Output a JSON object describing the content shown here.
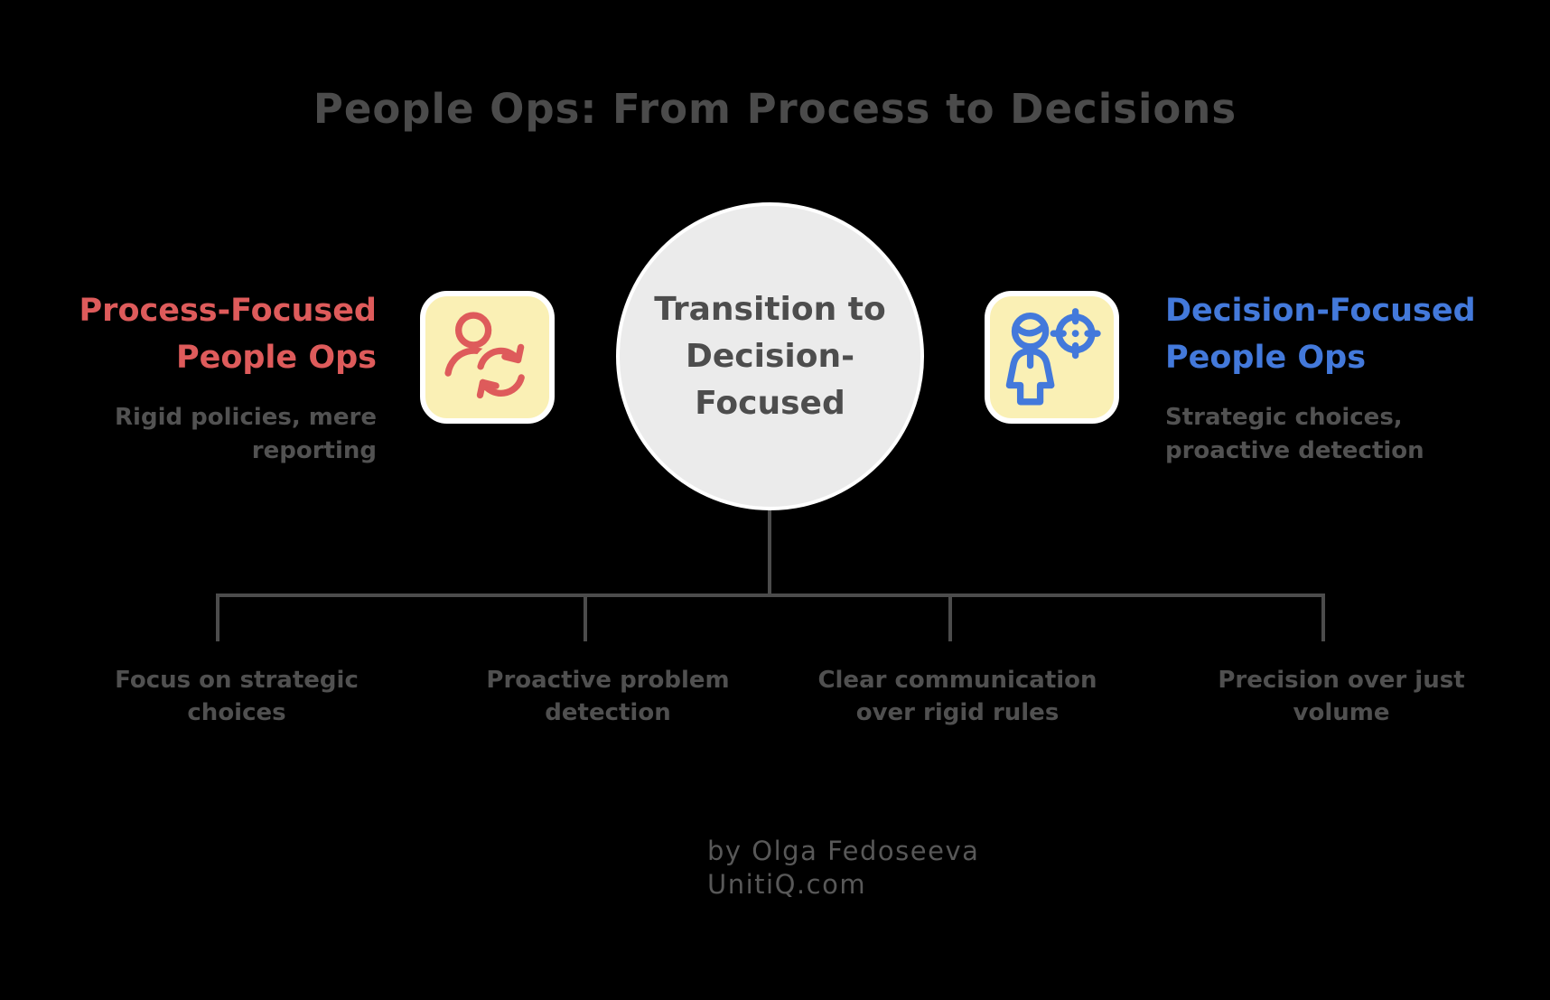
{
  "title": "People Ops: From Process to Decisions",
  "center_node": {
    "lines": [
      "Transition to",
      "Decision-",
      "Focused"
    ]
  },
  "left_section": {
    "heading_lines": [
      "Process-Focused",
      "People Ops"
    ],
    "subtext_lines": [
      "Rigid policies, mere",
      "reporting"
    ],
    "icon": "person-sync-icon",
    "accent_color": "#DE5B5B"
  },
  "right_section": {
    "heading_lines": [
      "Decision-Focused",
      "People Ops"
    ],
    "subtext_lines": [
      "Strategic choices,",
      "proactive detection"
    ],
    "icon": "person-target-icon",
    "accent_color": "#4379DB"
  },
  "branches": [
    {
      "lines": [
        "Focus on strategic",
        "choices"
      ]
    },
    {
      "lines": [
        "Proactive problem",
        "detection"
      ]
    },
    {
      "lines": [
        "Clear communication",
        "over rigid rules"
      ]
    },
    {
      "lines": [
        "Precision over just",
        "volume"
      ]
    }
  ],
  "footer": {
    "byline": "by Olga Fedoseeva",
    "site": "UnitiQ.com"
  },
  "colors": {
    "background": "#000000",
    "title_gray": "#4B4B4B",
    "body_text_gray": "#515151",
    "connector_gray": "#4C4C4C",
    "red_accent": "#DE5B5B",
    "blue_accent": "#4379DB",
    "icon_box_yellow": "#FAF0B5",
    "icon_box_border": "#FFFFFF",
    "circle_fill": "#EBEBEB",
    "circle_border": "#FFFFFF",
    "circle_text": "#4D4D4D"
  }
}
